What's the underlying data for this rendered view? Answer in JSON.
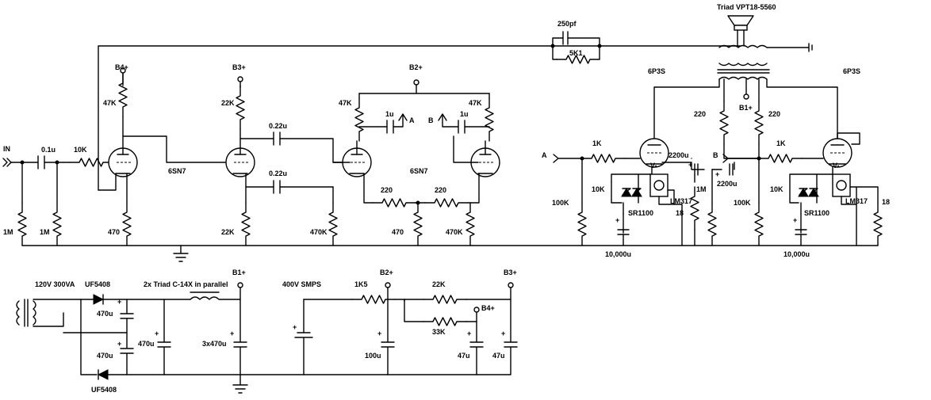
{
  "labels": {
    "in": "IN",
    "b1": "B1+",
    "b2": "B2+",
    "b3": "B3+",
    "b4": "B4+",
    "sixsn7": "6SN7",
    "sixp3s": "6P3S",
    "out_transformer": "Triad VPT18-5560",
    "mains_transformer": "120V 300VA",
    "uf5408": "UF5408",
    "choke": "2x Triad C-14X in parallel",
    "smps": "400V SMPS",
    "sr1100": "SR1100",
    "lm317": "LM317",
    "node_a": "A",
    "node_b": "B"
  },
  "values": {
    "c_in": "0.1u",
    "r_10k": "10K",
    "r_1m": "1M",
    "r_47k": "47K",
    "r_22k": "22K",
    "r_470": "470",
    "c_022u": "0.22u",
    "c_1u": "1u",
    "r_220": "220",
    "r_470k": "470K",
    "c_250pf": "250pf",
    "r_5k1": "5K1",
    "r_1k": "1K",
    "r_100k": "100K",
    "c_2200u": "2200u",
    "r_18": "18",
    "c_10000u": "10,000u",
    "c_470u": "470u",
    "c_3x470u": "3x470u",
    "r_1k5": "1K5",
    "r_33k": "33K",
    "c_100u": "100u",
    "c_47u": "47u",
    "cap_plus": "+",
    "lm_v": "V-"
  }
}
